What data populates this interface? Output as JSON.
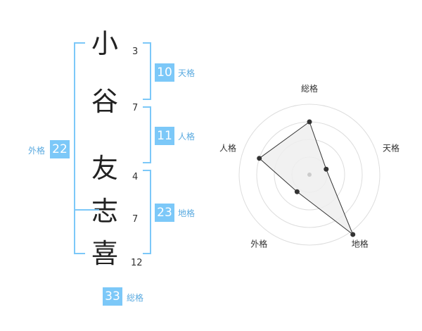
{
  "name_chars": [
    {
      "char": "小",
      "strokes": "3"
    },
    {
      "char": "谷",
      "strokes": "7"
    },
    {
      "char": "友",
      "strokes": "4"
    },
    {
      "char": "志",
      "strokes": "7"
    },
    {
      "char": "喜",
      "strokes": "12"
    }
  ],
  "kakusu": {
    "tenkaku": {
      "value": "10",
      "label": "天格"
    },
    "jinkaku": {
      "value": "11",
      "label": "人格"
    },
    "chikaku": {
      "value": "23",
      "label": "地格"
    },
    "gaikaku": {
      "value": "22",
      "label": "外格"
    },
    "soukaku": {
      "value": "33",
      "label": "総格"
    }
  },
  "colors": {
    "accent": "#7cc8f8",
    "label": "#5aaae0",
    "text": "#222222"
  },
  "chart_data": {
    "type": "radar",
    "axes": [
      "総格",
      "天格",
      "地格",
      "外格",
      "人格"
    ],
    "values": [
      0.75,
      0.25,
      1.05,
      0.3,
      0.75
    ],
    "range": [
      0,
      1
    ],
    "rings": 4
  }
}
